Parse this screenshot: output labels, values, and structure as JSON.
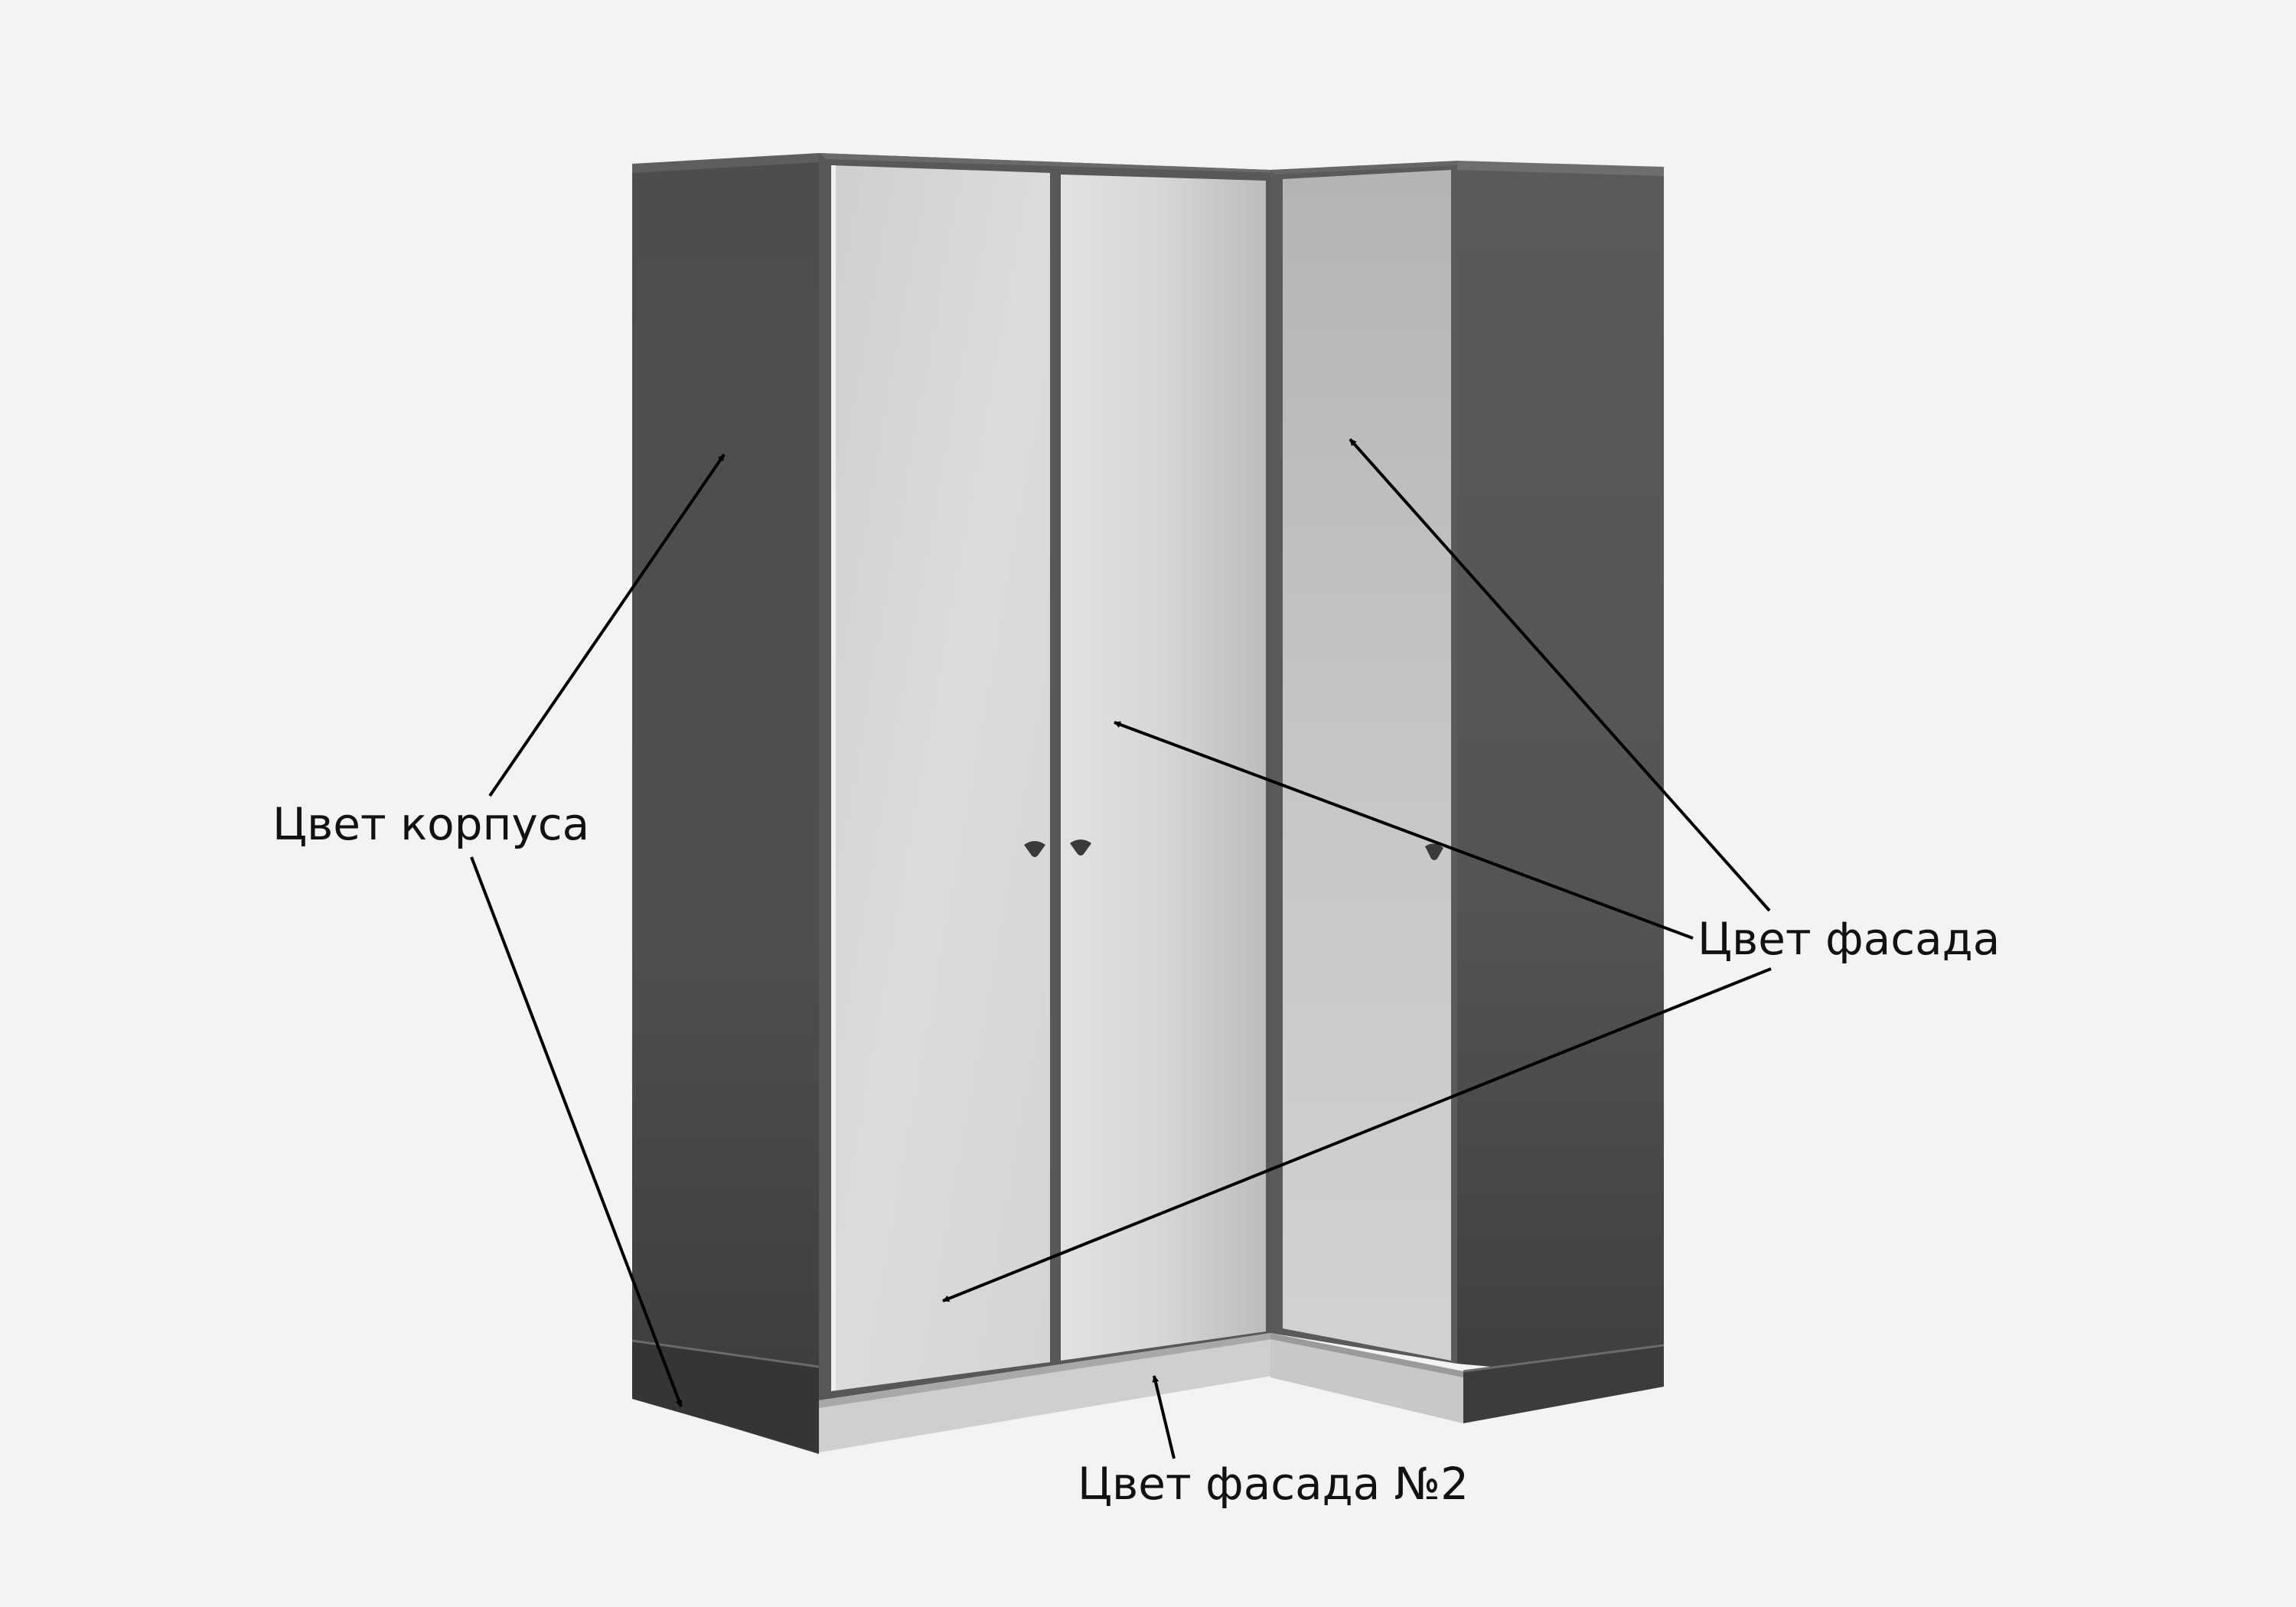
{
  "labels": {
    "body_color": "Цвет корпуса",
    "facade_color": "Цвет фасада",
    "facade_color_2": "Цвет фасада №2"
  },
  "colors": {
    "background": "#f3f3f3",
    "body": "#4a4a4a",
    "facade": "#d9d9d9",
    "facade_2": "#cfcfcf",
    "arrow": "#000000"
  }
}
